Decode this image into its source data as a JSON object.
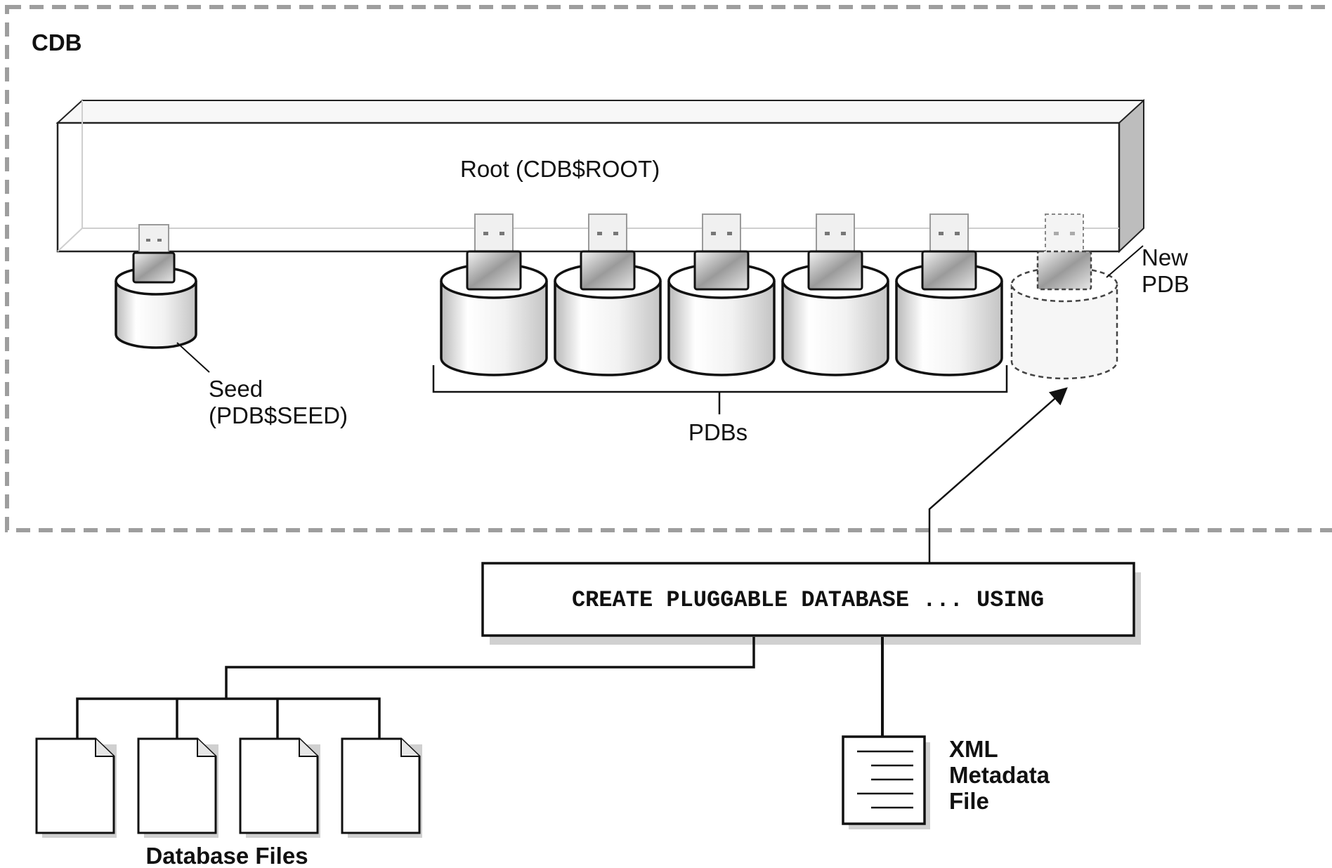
{
  "cdb_label": "CDB",
  "root_label": "Root (CDB$ROOT)",
  "seed_label_line1": "Seed",
  "seed_label_line2": "(PDB$SEED)",
  "pdbs_label": "PDBs",
  "new_pdb_line1": "New",
  "new_pdb_line2": "PDB",
  "command_text": "CREATE PLUGGABLE DATABASE ... USING",
  "database_files_label": "Database Files",
  "xml_line1": "XML",
  "xml_line2": "Metadata",
  "xml_line3": "File",
  "pdb_count": 5,
  "database_file_count": 4,
  "colors": {
    "dash_border": "#9e9e9e",
    "outline": "#111111",
    "cylinder_shade": "#c8c8c8",
    "root_side": "#bdbdbd",
    "shadow": "#d0d0d0"
  },
  "icons": [
    "usb-plug-icon",
    "database-cylinder-icon",
    "document-icon",
    "xml-document-icon",
    "arrow-icon"
  ]
}
